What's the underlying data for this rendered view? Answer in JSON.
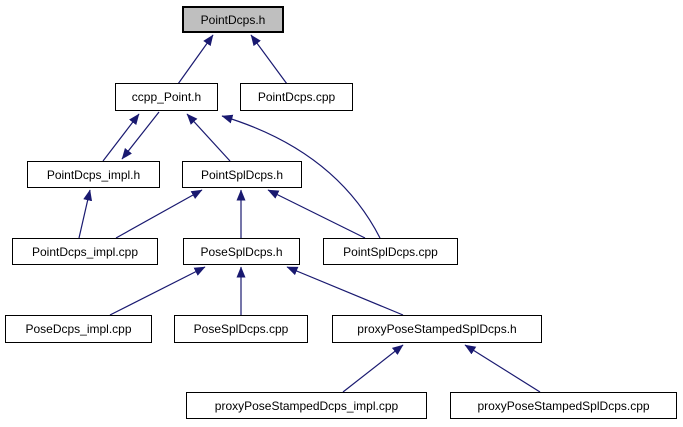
{
  "diagram": {
    "kind": "include-dependency-graph",
    "nodes": [
      {
        "label": "PointDcps.h",
        "highlighted": true
      },
      {
        "label": "ccpp_Point.h",
        "highlighted": false
      },
      {
        "label": "PointDcps.cpp",
        "highlighted": false
      },
      {
        "label": "PointDcps_impl.h",
        "highlighted": false
      },
      {
        "label": "PointSplDcps.h",
        "highlighted": false
      },
      {
        "label": "PointDcps_impl.cpp",
        "highlighted": false
      },
      {
        "label": "PoseSplDcps.h",
        "highlighted": false
      },
      {
        "label": "PointSplDcps.cpp",
        "highlighted": false
      },
      {
        "label": "PoseDcps_impl.cpp",
        "highlighted": false
      },
      {
        "label": "PoseSplDcps.cpp",
        "highlighted": false
      },
      {
        "label": "proxyPoseStampedSplDcps.h",
        "highlighted": false
      },
      {
        "label": "proxyPoseStampedDcps_impl.cpp",
        "highlighted": false
      },
      {
        "label": "proxyPoseStampedSplDcps.cpp",
        "highlighted": false
      }
    ],
    "edges": [
      {
        "from": "ccpp_Point.h",
        "to": "PointDcps.h"
      },
      {
        "from": "PointDcps.cpp",
        "to": "PointDcps.h"
      },
      {
        "from": "PointDcps_impl.h",
        "to": "ccpp_Point.h"
      },
      {
        "from": "ccpp_Point.h",
        "to": "PointDcps_impl.h"
      },
      {
        "from": "PointSplDcps.h",
        "to": "ccpp_Point.h"
      },
      {
        "from": "PointSplDcps.cpp",
        "to": "ccpp_Point.h"
      },
      {
        "from": "PointDcps_impl.cpp",
        "to": "PointDcps_impl.h"
      },
      {
        "from": "PointDcps_impl.cpp",
        "to": "PointSplDcps.h"
      },
      {
        "from": "PoseSplDcps.h",
        "to": "PointSplDcps.h"
      },
      {
        "from": "PointSplDcps.cpp",
        "to": "PointSplDcps.h"
      },
      {
        "from": "PoseDcps_impl.cpp",
        "to": "PoseSplDcps.h"
      },
      {
        "from": "PoseSplDcps.cpp",
        "to": "PoseSplDcps.h"
      },
      {
        "from": "proxyPoseStampedSplDcps.h",
        "to": "PoseSplDcps.h"
      },
      {
        "from": "proxyPoseStampedDcps_impl.cpp",
        "to": "proxyPoseStampedSplDcps.h"
      },
      {
        "from": "proxyPoseStampedSplDcps.cpp",
        "to": "proxyPoseStampedSplDcps.h"
      }
    ]
  },
  "colors": {
    "edge": "#191970",
    "node_fill": "#ffffff",
    "node_border": "#000000",
    "highlight_fill": "#bfbfbf",
    "background": "#ffffff",
    "text": "#000000"
  }
}
